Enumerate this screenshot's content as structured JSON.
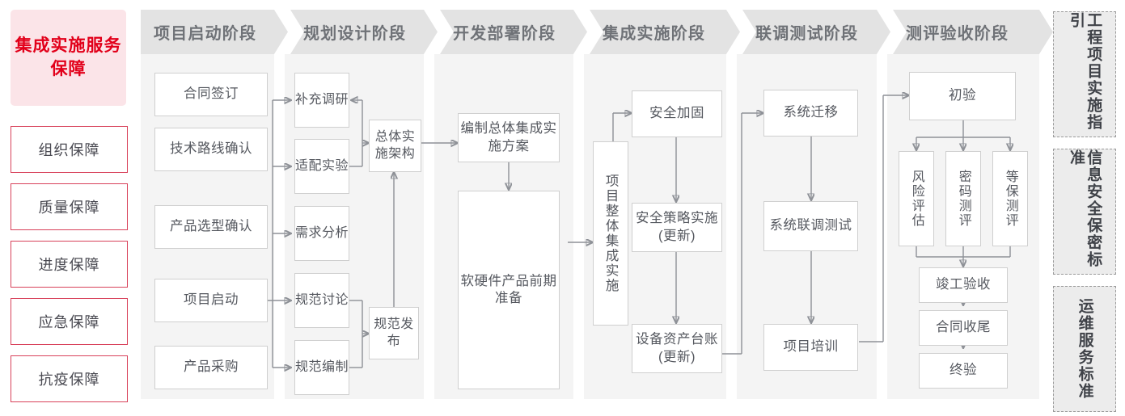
{
  "diagram": {
    "title": "集成实施服务保障",
    "guarantees": [
      {
        "label": "组织保障"
      },
      {
        "label": "质量保障"
      },
      {
        "label": "进度保障"
      },
      {
        "label": "应急保障"
      },
      {
        "label": "抗疫保障"
      }
    ],
    "phases": [
      {
        "header": "项目启动阶段"
      },
      {
        "header": "规划设计阶段"
      },
      {
        "header": "开发部署阶段"
      },
      {
        "header": "集成实施阶段"
      },
      {
        "header": "联调测试阶段"
      },
      {
        "header": "测评验收阶段"
      }
    ],
    "nodes": {
      "p1": [
        {
          "label": "合同签订"
        },
        {
          "label": "技术路线确认"
        },
        {
          "label": "产品选型确认"
        },
        {
          "label": "项目启动"
        },
        {
          "label": "产品采购"
        }
      ],
      "p2": [
        {
          "label": "补充调研"
        },
        {
          "label": "适配实验"
        },
        {
          "label": "需求分析"
        },
        {
          "label": "规范讨论"
        },
        {
          "label": "规范编制"
        },
        {
          "label": "总体实施架构"
        },
        {
          "label": "规范发布"
        }
      ],
      "p3": [
        {
          "label": "编制总体集成实施方案"
        },
        {
          "label": "软硬件产品前期准备"
        }
      ],
      "p4": [
        {
          "label": "项目整体集成实施"
        },
        {
          "label": "安全加固"
        },
        {
          "label": "安全策略实施(更新)"
        },
        {
          "label": "设备资产台账(更新)"
        }
      ],
      "p5": [
        {
          "label": "系统迁移"
        },
        {
          "label": "系统联调测试"
        },
        {
          "label": "项目培训"
        }
      ],
      "p6": [
        {
          "label": "初验"
        },
        {
          "label": "风险评估"
        },
        {
          "label": "密码测评"
        },
        {
          "label": "等保测评"
        },
        {
          "label": "竣工验收"
        },
        {
          "label": "合同收尾"
        },
        {
          "label": "终验"
        }
      ]
    },
    "standards": [
      {
        "label": "工程项目实施指引"
      },
      {
        "label": "信息安全保密标准"
      },
      {
        "label": "运维服务标准"
      }
    ],
    "colors": {
      "accent_red": "#e2001a",
      "title_bg": "#fbe4e8",
      "guarantee_border": "#d8415a",
      "band_bg": "#f4f4f4",
      "header_bg": "#e3e3e3",
      "header_text": "#6f7277",
      "node_border": "#cfcfcf",
      "node_text": "#55585f",
      "wire": "#8e9197",
      "standard_bg": "#ececec",
      "standard_border": "#9a9a9a"
    }
  }
}
